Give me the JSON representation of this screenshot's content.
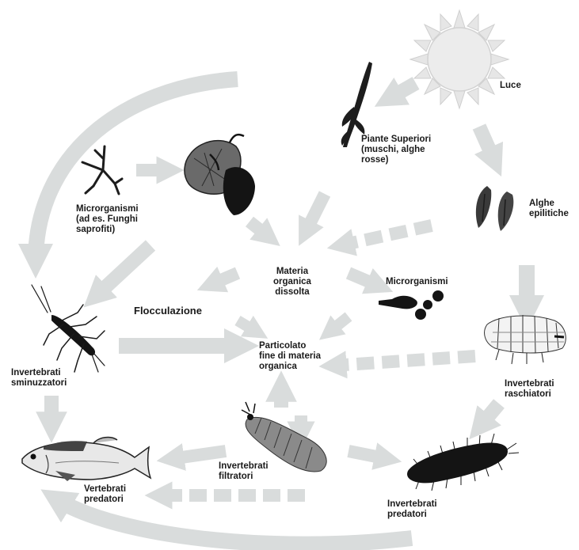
{
  "labels": {
    "luce": "Luce",
    "piante_superiori": "Piante Superiori\n(muschi, alghe\nrosse)",
    "alghe_epilitiche": "Alghe\nepilitiche",
    "microrganismi_funghi": "Microrganismi\n(ad es. Funghi\nsaprofiti)",
    "materia_organica_dissolta": "Materia\norganica\ndissolta",
    "microrganismi": "Microrganismi",
    "flocculazione": "Flocculazione",
    "particolato": "Particolato\nfine di materia\norganica",
    "invertebrati_sminuzzatori": "Invertebrati\nsminuzzatori",
    "invertebrati_raschiatori": "Invertebrati\nraschiatori",
    "invertebrati_filtratori": "Invertebrati\nfiltratori",
    "vertebrati_predatori": "Vertebrati\npredatori",
    "invertebrati_predatori": "Invertebrati\npredatori"
  },
  "icons": [
    "sun-icon",
    "moss-plant-icon",
    "algae-icon",
    "fungi-icon",
    "leaves-icon",
    "microorganism-icon",
    "shredder-insect-icon",
    "scraper-larva-icon",
    "filter-larva-icon",
    "fish-icon",
    "predator-larva-icon"
  ],
  "colors": {
    "arrow": "#d9dcdc",
    "arrow_edge": "#c9cccc",
    "ink": "#1a1a1a"
  }
}
